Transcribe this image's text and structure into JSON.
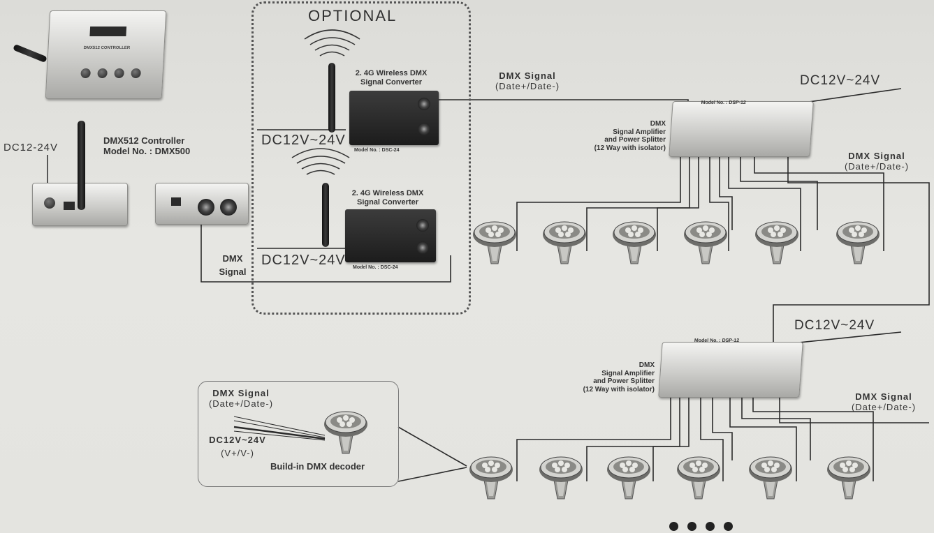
{
  "labels": {
    "optional": "OPTIONAL",
    "controller_name": "DMX512 Controller",
    "controller_model": "Model No. : DMX500",
    "controller_power": "DC12-24V",
    "wireless_title_1a": "2. 4G Wireless DMX",
    "wireless_title_1b": "Signal Converter",
    "wireless_model_1": "Model No. : DSC-24",
    "wireless_title_2a": "2. 4G Wireless DMX",
    "wireless_title_2b": "Signal Converter",
    "wireless_model_2": "Model No. : DSC-24",
    "power_dc_1": "DC12V~24V",
    "power_dc_2": "DC12V~24V",
    "dmx_signal_left_a": "DMX",
    "dmx_signal_left_b": "Signal",
    "dmx_signal_top_a": "DMX Signal",
    "dmx_signal_top_b": "(Date+/Date-)",
    "splitter_power_1": "DC12V~24V",
    "splitter_power_2": "DC12V~24V",
    "splitter_model_1": "Model No. : DSP-12",
    "splitter_model_2": "Model No. : DSP-12",
    "splitter_desc_1": [
      "DMX",
      "Signal Amplifier",
      "and Power Splitter",
      "(12 Way with isolator)"
    ],
    "splitter_desc_2": [
      "DMX",
      "Signal Amplifier",
      "and Power Splitter",
      "(12 Way with isolator)"
    ],
    "dmx_signal_right_1a": "DMX Signal",
    "dmx_signal_right_1b": "(Date+/Date-)",
    "dmx_signal_right_2a": "DMX Signal",
    "dmx_signal_right_2b": "(Date+/Date-)",
    "inset_signal_a": "DMX Signal",
    "inset_signal_b": "(Date+/Date-)",
    "inset_power_a": "DC12V~24V",
    "inset_power_b": "(V+/V-)",
    "inset_decoder": "Build-in DMX decoder"
  },
  "light_rows": [
    {
      "row": "upper",
      "count": 6
    },
    {
      "row": "lower",
      "count": 6
    }
  ],
  "colors": {
    "background": "#e2e3df",
    "wire": "#2a2a2a",
    "device_dark": "#1c1c1c",
    "device_light": "#c9c9c6"
  }
}
